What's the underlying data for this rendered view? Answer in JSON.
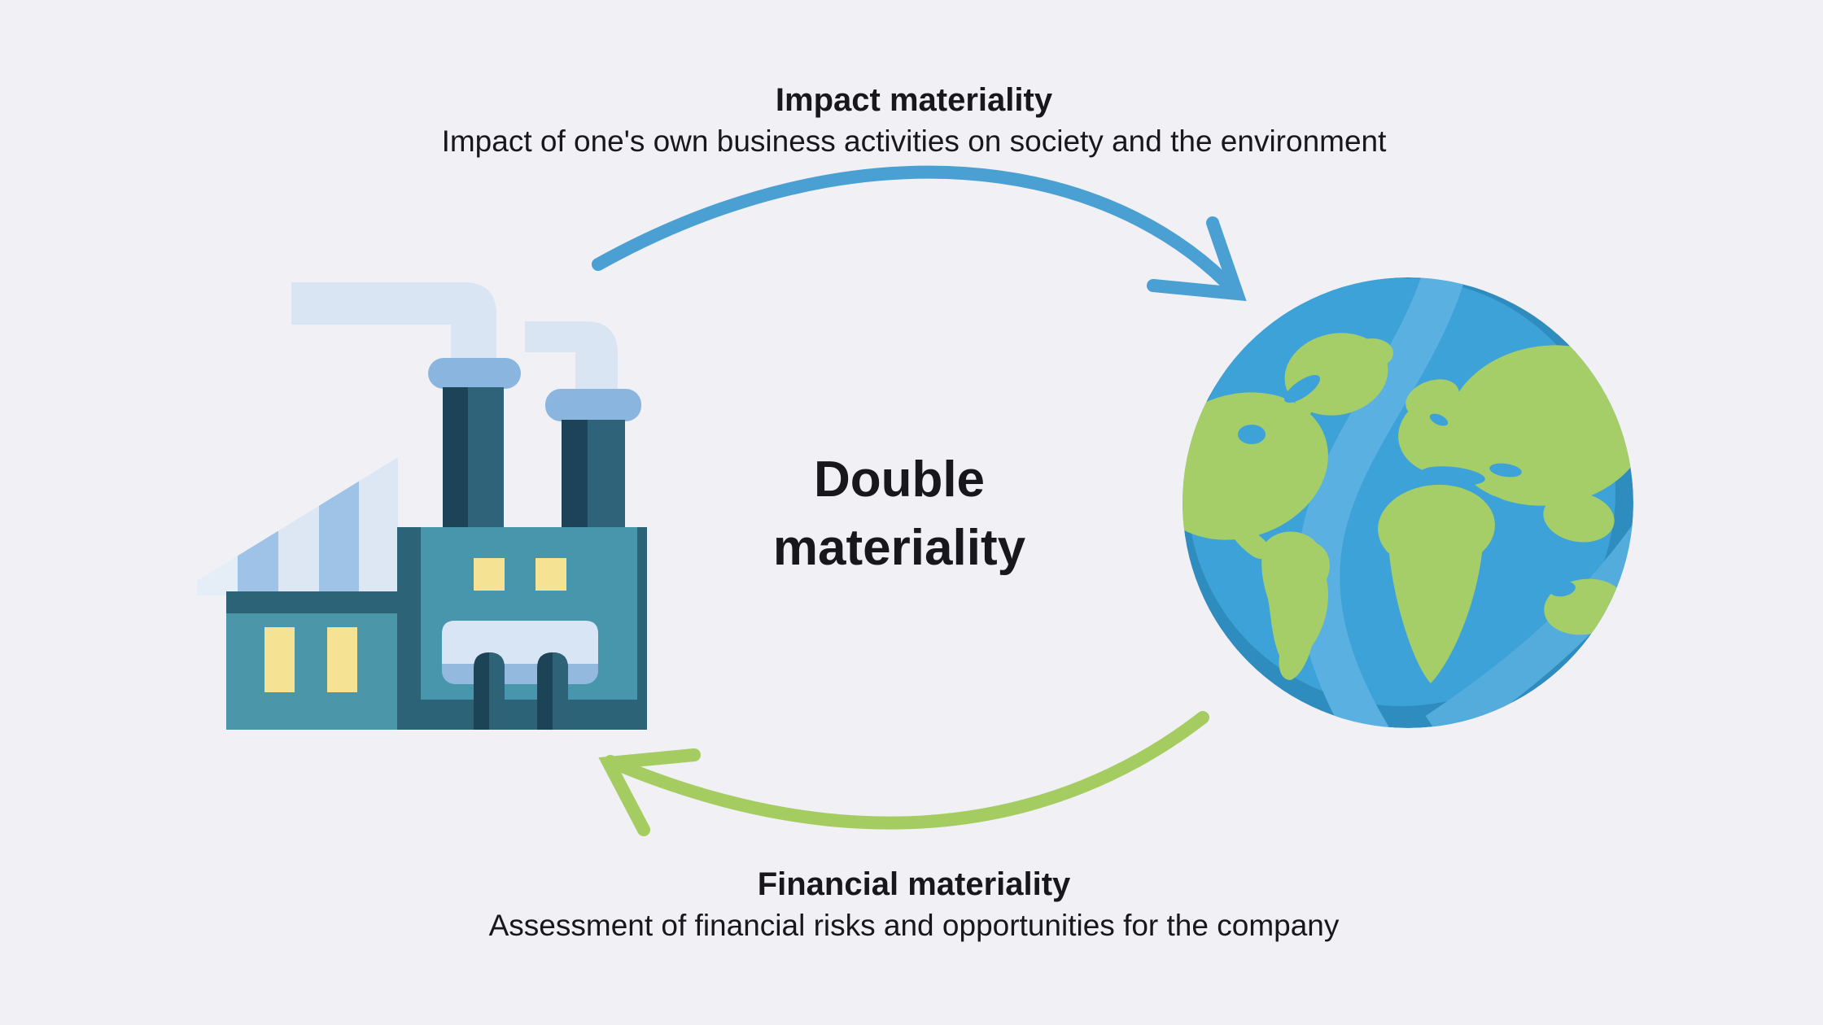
{
  "diagram": {
    "center_title": {
      "line1": "Double",
      "line2": "materiality"
    },
    "impact": {
      "heading": "Impact materiality",
      "subtitle": "Impact of one's own business activities on society and the environment",
      "arrow_direction": "company-to-world",
      "arrow_color": "#4AA0D3"
    },
    "financial": {
      "heading": "Financial materiality",
      "subtitle": "Assessment of financial risks and opportunities for the company",
      "arrow_direction": "world-to-company",
      "arrow_color": "#A4CC61"
    },
    "icons": [
      {
        "name": "factory-icon",
        "meaning": "the company / own business"
      },
      {
        "name": "globe-icon",
        "meaning": "society and the environment"
      }
    ],
    "colors": {
      "background": "#F1F0F5",
      "text": "#17171C",
      "arrow_blue": "#4AA0D3",
      "arrow_green": "#A4CC61",
      "globe_ocean": "#3DA2D7",
      "globe_ocean_rim": "#2F8CBF",
      "globe_ocean_band": "#5AB1E1",
      "globe_land": "#A5CE69",
      "factory_teal": "#4896AB",
      "factory_dark_teal": "#2C6377",
      "factory_chimney_dark": "#1C4357",
      "factory_chimney_mid": "#2E6379",
      "factory_collar_blue": "#8AB5DE",
      "factory_pipe_light": "#D9E5F2",
      "factory_window_yellow": "#F5E292",
      "roof_stripe_light": "#DCE7F3",
      "roof_stripe_pale": "#E5EDF6",
      "roof_stripe_medium": "#9FC3E7"
    }
  }
}
